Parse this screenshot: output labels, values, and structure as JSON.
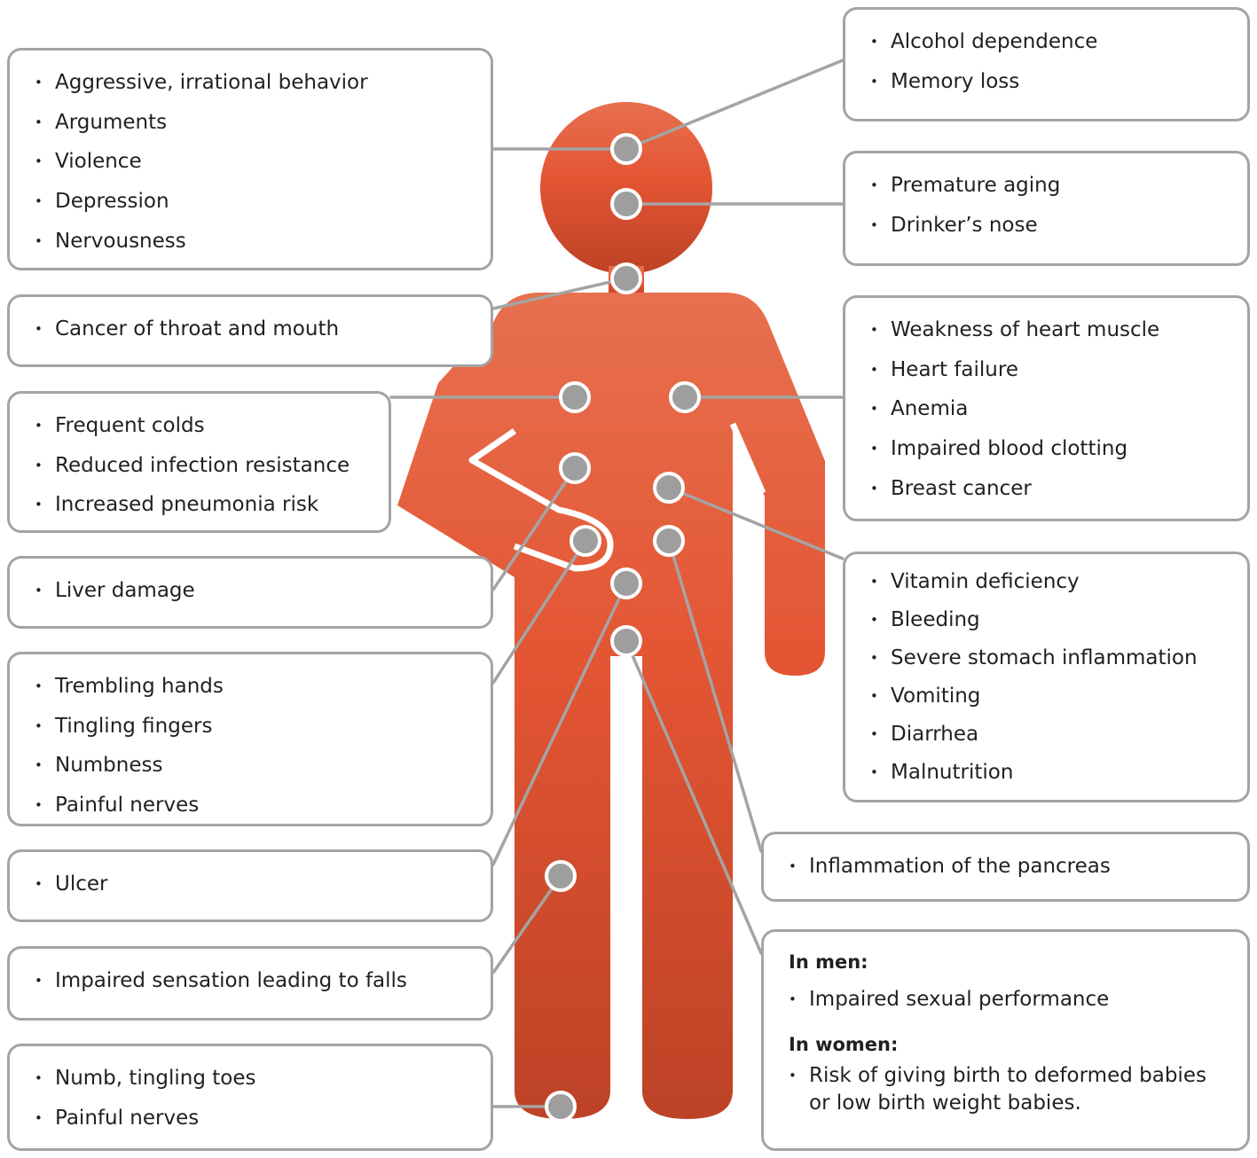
{
  "colors": {
    "figure_top": "#e7704f",
    "figure_bottom": "#bd4226",
    "connector": "#a4a4a4",
    "marker": "#9e9e9e",
    "box_border": "#a4a4a4",
    "text": "#231f20"
  },
  "boxes": {
    "brain_behavior": [
      "Aggressive, irrational behavior",
      "Arguments",
      "Violence",
      "Depression",
      "Nervousness"
    ],
    "brain_dependence": [
      "Alcohol dependence",
      "Memory loss"
    ],
    "face": [
      "Premature aging",
      "Drinker’s nose"
    ],
    "throat": [
      "Cancer of throat and mouth"
    ],
    "heart_blood": [
      "Weakness of heart muscle",
      "Heart failure",
      "Anemia",
      "Impaired blood clotting",
      "Breast cancer"
    ],
    "lungs": [
      "Frequent colds",
      "Reduced infection resistance",
      "Increased pneumonia risk"
    ],
    "liver": [
      "Liver damage"
    ],
    "stomach": [
      "Vitamin deficiency",
      "Bleeding",
      "Severe stomach inflammation",
      "Vomiting",
      "Diarrhea",
      "Malnutrition"
    ],
    "nerves_hands": [
      "Trembling hands",
      "Tingling fingers",
      "Numbness",
      "Painful nerves"
    ],
    "pancreas": [
      "Inflammation of the pancreas"
    ],
    "ulcer": [
      "Ulcer"
    ],
    "legs": [
      "Impaired sensation leading to falls"
    ],
    "feet": [
      "Numb, tingling toes",
      "Painful nerves"
    ],
    "reproductive": {
      "men_heading": "In men:",
      "men_items": [
        "Impaired sexual performance"
      ],
      "women_heading": "In women:",
      "women_items": [
        "Risk of giving birth to deformed babies or low birth weight babies."
      ]
    }
  }
}
